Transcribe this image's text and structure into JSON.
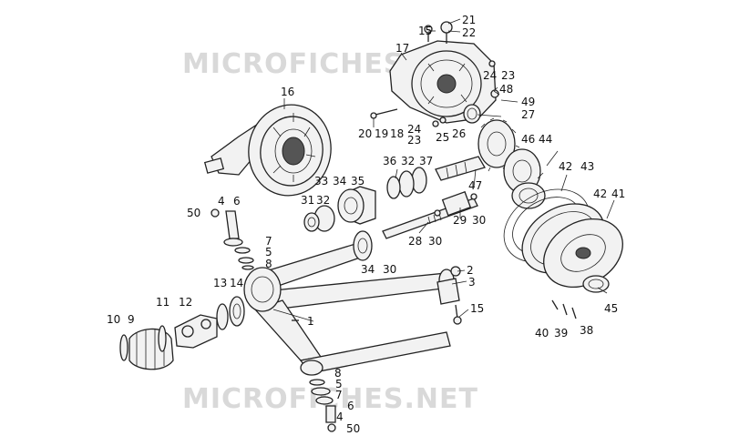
{
  "watermark": {
    "top": "MICROFICHES.NET",
    "bottom": "MICROFICHES.NET"
  },
  "labels": [
    {
      "id": "1",
      "text": "1"
    },
    {
      "id": "2",
      "text": "2"
    },
    {
      "id": "3",
      "text": "3"
    },
    {
      "id": "4a",
      "text": "4"
    },
    {
      "id": "4b",
      "text": "4"
    },
    {
      "id": "5a",
      "text": "5"
    },
    {
      "id": "5b",
      "text": "5"
    },
    {
      "id": "6a",
      "text": "6"
    },
    {
      "id": "6b",
      "text": "6"
    },
    {
      "id": "7a",
      "text": "7"
    },
    {
      "id": "7b",
      "text": "7"
    },
    {
      "id": "8a",
      "text": "8"
    },
    {
      "id": "8b",
      "text": "8"
    },
    {
      "id": "9",
      "text": "9"
    },
    {
      "id": "10",
      "text": "10"
    },
    {
      "id": "11",
      "text": "11"
    },
    {
      "id": "12",
      "text": "12"
    },
    {
      "id": "13",
      "text": "13"
    },
    {
      "id": "14",
      "text": "14"
    },
    {
      "id": "15a",
      "text": "15"
    },
    {
      "id": "15b",
      "text": "15"
    },
    {
      "id": "16",
      "text": "16"
    },
    {
      "id": "17",
      "text": "17"
    },
    {
      "id": "18",
      "text": "18"
    },
    {
      "id": "19",
      "text": "19"
    },
    {
      "id": "20",
      "text": "20"
    },
    {
      "id": "21",
      "text": "21"
    },
    {
      "id": "22",
      "text": "22"
    },
    {
      "id": "23a",
      "text": "23"
    },
    {
      "id": "23b",
      "text": "23"
    },
    {
      "id": "24a",
      "text": "24"
    },
    {
      "id": "24b",
      "text": "24"
    },
    {
      "id": "25",
      "text": "25"
    },
    {
      "id": "26",
      "text": "26"
    },
    {
      "id": "27",
      "text": "27"
    },
    {
      "id": "28",
      "text": "28"
    },
    {
      "id": "29",
      "text": "29"
    },
    {
      "id": "30a",
      "text": "30"
    },
    {
      "id": "30b",
      "text": "30"
    },
    {
      "id": "30c",
      "text": "30"
    },
    {
      "id": "31",
      "text": "31"
    },
    {
      "id": "32a",
      "text": "32"
    },
    {
      "id": "32b",
      "text": "32"
    },
    {
      "id": "33",
      "text": "33"
    },
    {
      "id": "34a",
      "text": "34"
    },
    {
      "id": "34b",
      "text": "34"
    },
    {
      "id": "35",
      "text": "35"
    },
    {
      "id": "36",
      "text": "36"
    },
    {
      "id": "37",
      "text": "37"
    },
    {
      "id": "38",
      "text": "38"
    },
    {
      "id": "39",
      "text": "39"
    },
    {
      "id": "40",
      "text": "40"
    },
    {
      "id": "41",
      "text": "41"
    },
    {
      "id": "42a",
      "text": "42"
    },
    {
      "id": "42b",
      "text": "42"
    },
    {
      "id": "43",
      "text": "43"
    },
    {
      "id": "44",
      "text": "44"
    },
    {
      "id": "45",
      "text": "45"
    },
    {
      "id": "46",
      "text": "46"
    },
    {
      "id": "47",
      "text": "47"
    },
    {
      "id": "48",
      "text": "48"
    },
    {
      "id": "49",
      "text": "49"
    },
    {
      "id": "50a",
      "text": "50"
    },
    {
      "id": "50b",
      "text": "50"
    }
  ]
}
